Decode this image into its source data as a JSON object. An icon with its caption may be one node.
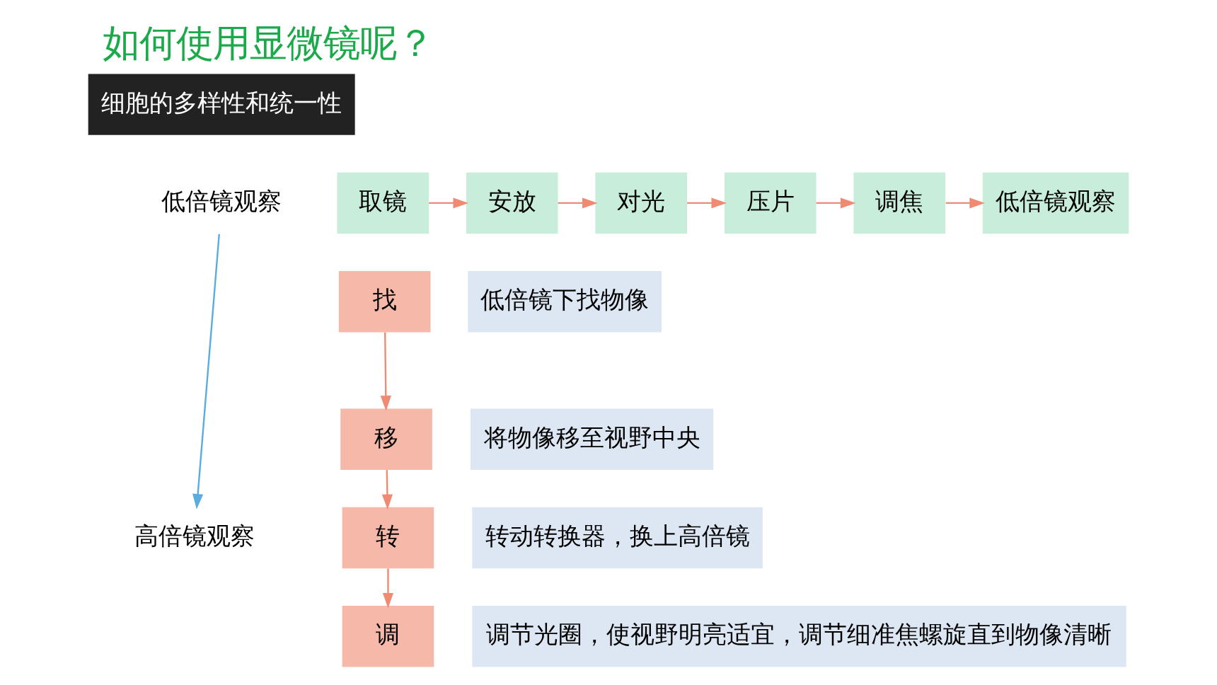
{
  "diagram": {
    "title": "如何使用显微镜呢？",
    "nodes": [
      {
        "text": [
          "低倍镜观察"
        ]
      },
      {
        "text": [
          "高倍镜观察"
        ]
      },
      {
        "text": [
          "取镜"
        ]
      },
      {
        "text": [
          "安放"
        ]
      },
      {
        "text": [
          "对光"
        ]
      },
      {
        "text": [
          "压片"
        ]
      },
      {
        "text": [
          "调焦"
        ]
      },
      {
        "text": [
          "低倍镜观察"
        ]
      },
      {
        "text": [
          "找"
        ]
      },
      {
        "text": [
          "低倍镜下找物像"
        ]
      },
      {
        "text": [
          "移"
        ]
      },
      {
        "text": [
          "将物像移至视野中央"
        ]
      },
      {
        "text": [
          "转"
        ]
      },
      {
        "text": [
          "转动转换器，换上高倍镜"
        ]
      },
      {
        "text": [
          "调"
        ]
      },
      {
        "text": [
          "调节光圈，使视野明亮适宜，调节细准焦螺旋直到物像清晰"
        ]
      }
    ],
    "edges": [
      {
        "from": 0,
        "to": 1,
        "arrow": "to",
        "color": "#5badde"
      },
      {
        "from": 2,
        "to": 3,
        "arrow": "to"
      },
      {
        "from": 3,
        "to": 4,
        "arrow": "to"
      },
      {
        "from": 4,
        "to": 5,
        "arrow": "to"
      },
      {
        "from": 5,
        "to": 6,
        "arrow": "to"
      },
      {
        "from": 6,
        "to": 7,
        "arrow": "to"
      },
      {
        "from": 8,
        "to": 10,
        "arrow": "to"
      },
      {
        "from": 10,
        "to": 12,
        "arrow": "to"
      },
      {
        "from": 12,
        "to": 14,
        "arrow": "to"
      }
    ],
    "labels": [
      "细胞的多样性和统一性"
    ]
  }
}
